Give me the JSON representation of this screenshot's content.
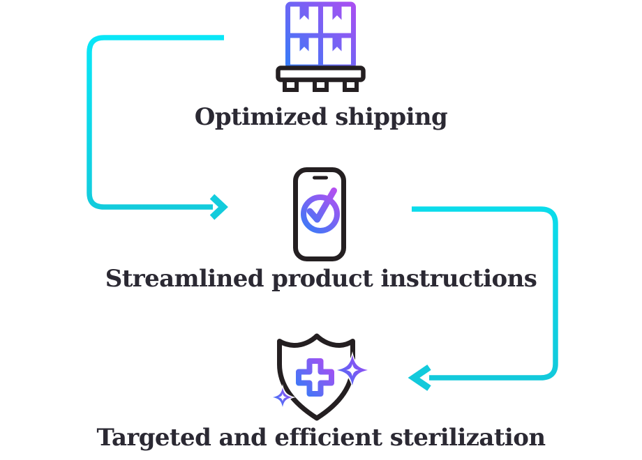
{
  "diagram": {
    "kind": "process-flow-infographic",
    "steps": [
      {
        "label": "Optimized shipping",
        "icon": "pallet-boxes-icon"
      },
      {
        "label": "Streamlined product instructions",
        "icon": "phone-checkmark-icon"
      },
      {
        "label": "Targeted and efficient sterilization",
        "icon": "shield-cross-sparkles-icon"
      }
    ],
    "connectors": [
      {
        "name": "connector-step1-to-step2",
        "shape": "left-down-right",
        "arrowhead": "right"
      },
      {
        "name": "connector-step2-to-step3",
        "shape": "right-down-left",
        "arrowhead": "left"
      }
    ],
    "colors": {
      "gradient_blue": "#377BF7",
      "gradient_purple": "#A94FF2",
      "gradient_purple_bright": "#B44FF0",
      "arrow_cyan_bright": "#09E6F7",
      "arrow_teal": "#13CBDC",
      "outline_dark": "#241F21",
      "text_dark": "#2B2933",
      "sparkle_white": "#FFFFFF",
      "background": "#FFFFFF"
    }
  }
}
